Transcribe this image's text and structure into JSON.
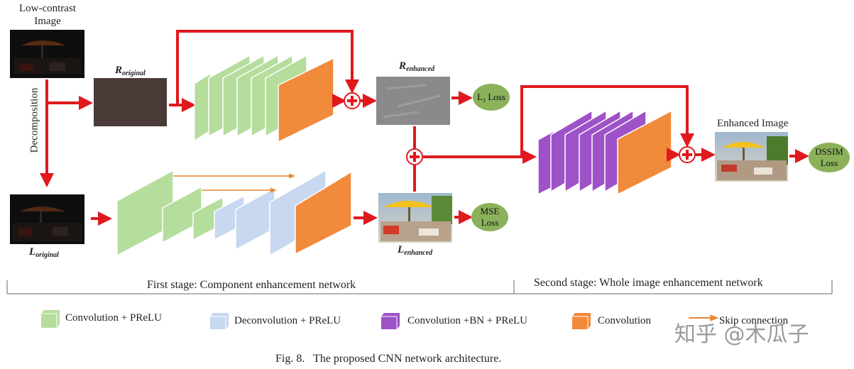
{
  "input_title": "Low-contrast\nImage",
  "decomposition": "Decomposition",
  "r_original": {
    "base": "R",
    "sub": "original"
  },
  "l_original": {
    "base": "L",
    "sub": "original"
  },
  "r_enhanced": {
    "base": "R",
    "sub": "enhanced"
  },
  "l_enhanced": {
    "base": "L",
    "sub": "enhanced"
  },
  "l1_loss": {
    "base": "L",
    "sub": "1",
    "rest": " Loss"
  },
  "mse_loss": "MSE\nLoss",
  "dssim_loss": "DSSIM\nLoss",
  "enhanced_image": "Enhanced Image",
  "stage1": "First stage: Component enhancement network",
  "stage2": "Second stage: Whole image enhancement network",
  "legend": [
    {
      "label": "Convolution + PReLU",
      "color": "#b5dd9c"
    },
    {
      "label": "Deconvolution + PReLU",
      "color": "#c7d8f0"
    },
    {
      "label": "Convolution +BN + PReLU",
      "color": "#9e52c7"
    },
    {
      "label": "Convolution",
      "color": "#f28a3c"
    },
    {
      "label": "Skip connection",
      "color": "#e8862f"
    }
  ],
  "caption": "Fig. 8.   The proposed CNN network architecture.",
  "watermark": "知乎 @木瓜子",
  "colors": {
    "arrow": "#e0191d",
    "loss_fill": "#8bb15a",
    "orange": "#f28a3c",
    "green": "#b5dd9c",
    "blue": "#c7d8f0",
    "purple": "#9e52c7"
  }
}
